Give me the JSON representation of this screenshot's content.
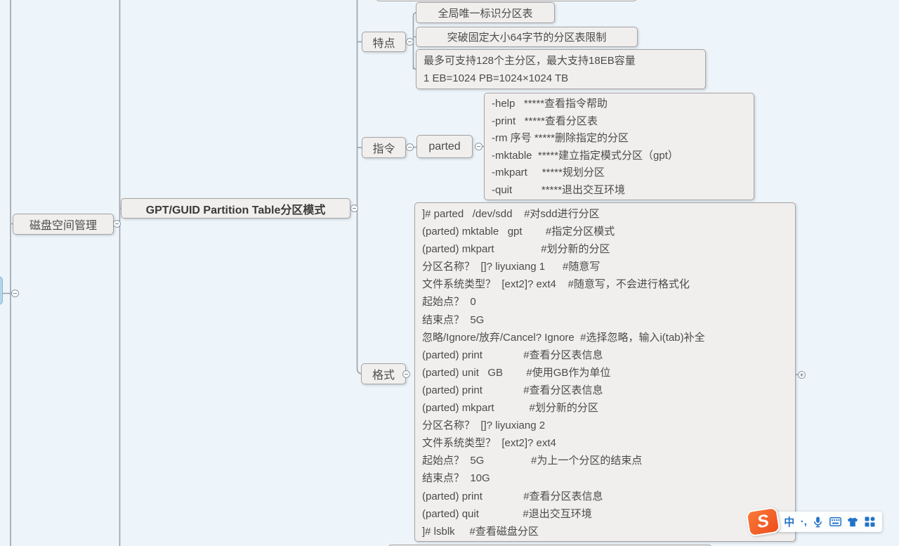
{
  "colors": {
    "canvas_bg": "#eef5fa",
    "node_fill": "#f1efee",
    "node_border": "#a5a3a2",
    "node_text": "#4b4b4b",
    "connector": "#98a1ad",
    "root_fill": "#b3d7e8",
    "ime_blue": "#2273c8",
    "ime_orange": "#ee4e1c"
  },
  "nodes": {
    "disk": "磁盘空间管理",
    "gpt": "GPT/GUID Partition Table分区模式",
    "features_label": "特点",
    "feature_unique": "全局唯一标识分区表",
    "feature_limit": "突破固定大小64字节的分区表限制",
    "feature_capacity": [
      "最多可支持128个主分区，最大支持18EB容量",
      "1 EB=1024 PB=1024×1024 TB"
    ],
    "commands_label": "指令",
    "parted": "parted",
    "parted_options": [
      "-help   *****查看指令帮助",
      "-print   *****查看分区表",
      "-rm 序号 *****删除指定的分区",
      "-mktable  *****建立指定模式分区（gpt）",
      "-mkpart     *****规划分区",
      "-quit          *****退出交互环境"
    ],
    "format_label": "格式",
    "parted_session": [
      "]# parted   /dev/sdd    #对sdd进行分区",
      "(parted) mktable   gpt        #指定分区模式",
      "(parted) mkpart                #划分新的分区",
      "分区名称？  []? liyuxiang 1      #随意写",
      "文件系统类型？  [ext2]? ext4    #随意写，不会进行格式化",
      "起始点？  0",
      "结束点？  5G",
      "忽略/Ignore/放弃/Cancel? Ignore  #选择忽略，输入i(tab)补全",
      "(parted) print              #查看分区表信息",
      "(parted) unit   GB        #使用GB作为单位",
      "(parted) print              #查看分区表信息",
      "(parted) mkpart            #划分新的分区",
      "分区名称？  []? liyuxiang 2",
      "文件系统类型？  [ext2]? ext4",
      "起始点？  5G                #为上一个分区的结束点",
      "结束点？  10G",
      "(parted) print              #查看分区表信息",
      "(parted) quit               #退出交互环境",
      "]# lsblk     #查看磁盘分区"
    ]
  },
  "ime": {
    "logo_letter": "S",
    "mode_label": "中"
  }
}
